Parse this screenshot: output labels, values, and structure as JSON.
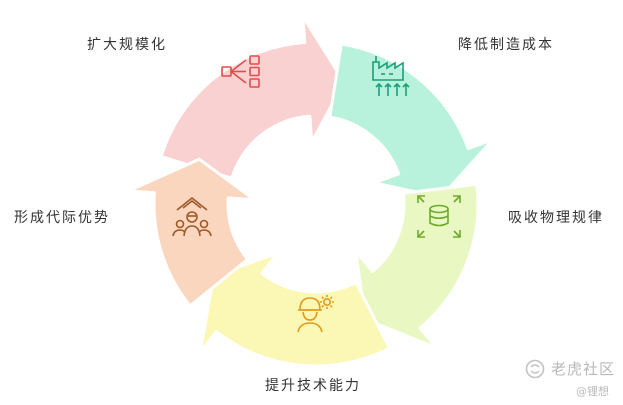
{
  "labels": {
    "expand": "扩大规模化",
    "reduce_cost": "降低制造成本",
    "absorb": "吸收物理规律",
    "improve_tech": "提升技术能力",
    "generation": "形成代际优势"
  },
  "watermark": {
    "text": "老虎社区",
    "sub": "@锂想"
  },
  "colors": {
    "segment_top_left": "#FAD1D1",
    "segment_top_right": "#B8F2DC",
    "segment_right": "#E9F8C2",
    "segment_bottom": "#FBF7B4",
    "segment_left": "#FAD6BE",
    "icon_red": "#E24C4C",
    "icon_teal": "#1E9E7A",
    "icon_green": "#6DAA2C",
    "icon_orange": "#E39A1A",
    "icon_brown": "#9C5A2A"
  },
  "icons": [
    "network-flow-icon",
    "factory-icon",
    "database-expand-icon",
    "engineer-gear-icon",
    "team-growth-icon"
  ]
}
